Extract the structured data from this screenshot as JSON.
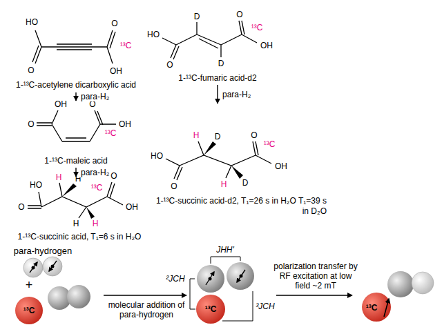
{
  "diagram": {
    "nodes": [
      {
        "text": [
          "1-¹³C-acetylene dicarboxylic acid"
        ]
      },
      {
        "text": [
          "1-¹³C-maleic acid"
        ]
      },
      {
        "text": [
          "1-¹³C-succinic acid, T₁=6 s in H₂O"
        ]
      },
      {
        "text": [
          "1-¹³C-fumaric acid-d2"
        ]
      },
      {
        "text": [
          "1-¹³C-succinic acid-d2, T₁=26 s in H₂O T₁=39 s in D₂O"
        ]
      },
      {
        "text": [
          "para-hydrogen"
        ]
      },
      {
        "text": [
          "¹³C"
        ]
      },
      {
        "text": [
          "¹³C"
        ]
      },
      {
        "text": [
          "¹³C"
        ]
      }
    ],
    "edges": [
      {
        "from": 0,
        "to": 1,
        "arrow": "to",
        "label": "para-H₂"
      },
      {
        "from": 1,
        "to": 2,
        "arrow": "to",
        "label": "para-H₂"
      },
      {
        "from": 3,
        "to": 4,
        "arrow": "to",
        "label": "para-H₂"
      },
      {
        "from": 6,
        "to": 7,
        "arrow": "to",
        "label": "molecular addition of para-hydrogen"
      },
      {
        "from": 7,
        "to": 8,
        "arrow": "to",
        "label": "polarization transfer by RF excitation at low field ~2 mT"
      }
    ],
    "labels": [
      "HO",
      "O",
      "O",
      "¹³C",
      "OH",
      "OH",
      "O",
      "O",
      "¹³C",
      "OH",
      "HO",
      "H",
      "H",
      "¹³C",
      "O",
      "O",
      "OH",
      "H",
      "H",
      "D",
      "O",
      "HO",
      "¹³C",
      "OH",
      "O",
      "D",
      "H",
      "D",
      "O",
      "¹³C",
      "HO",
      "OH",
      "O",
      "H",
      "D",
      "+",
      "JHH'",
      "²JCH",
      "³JCH"
    ]
  }
}
